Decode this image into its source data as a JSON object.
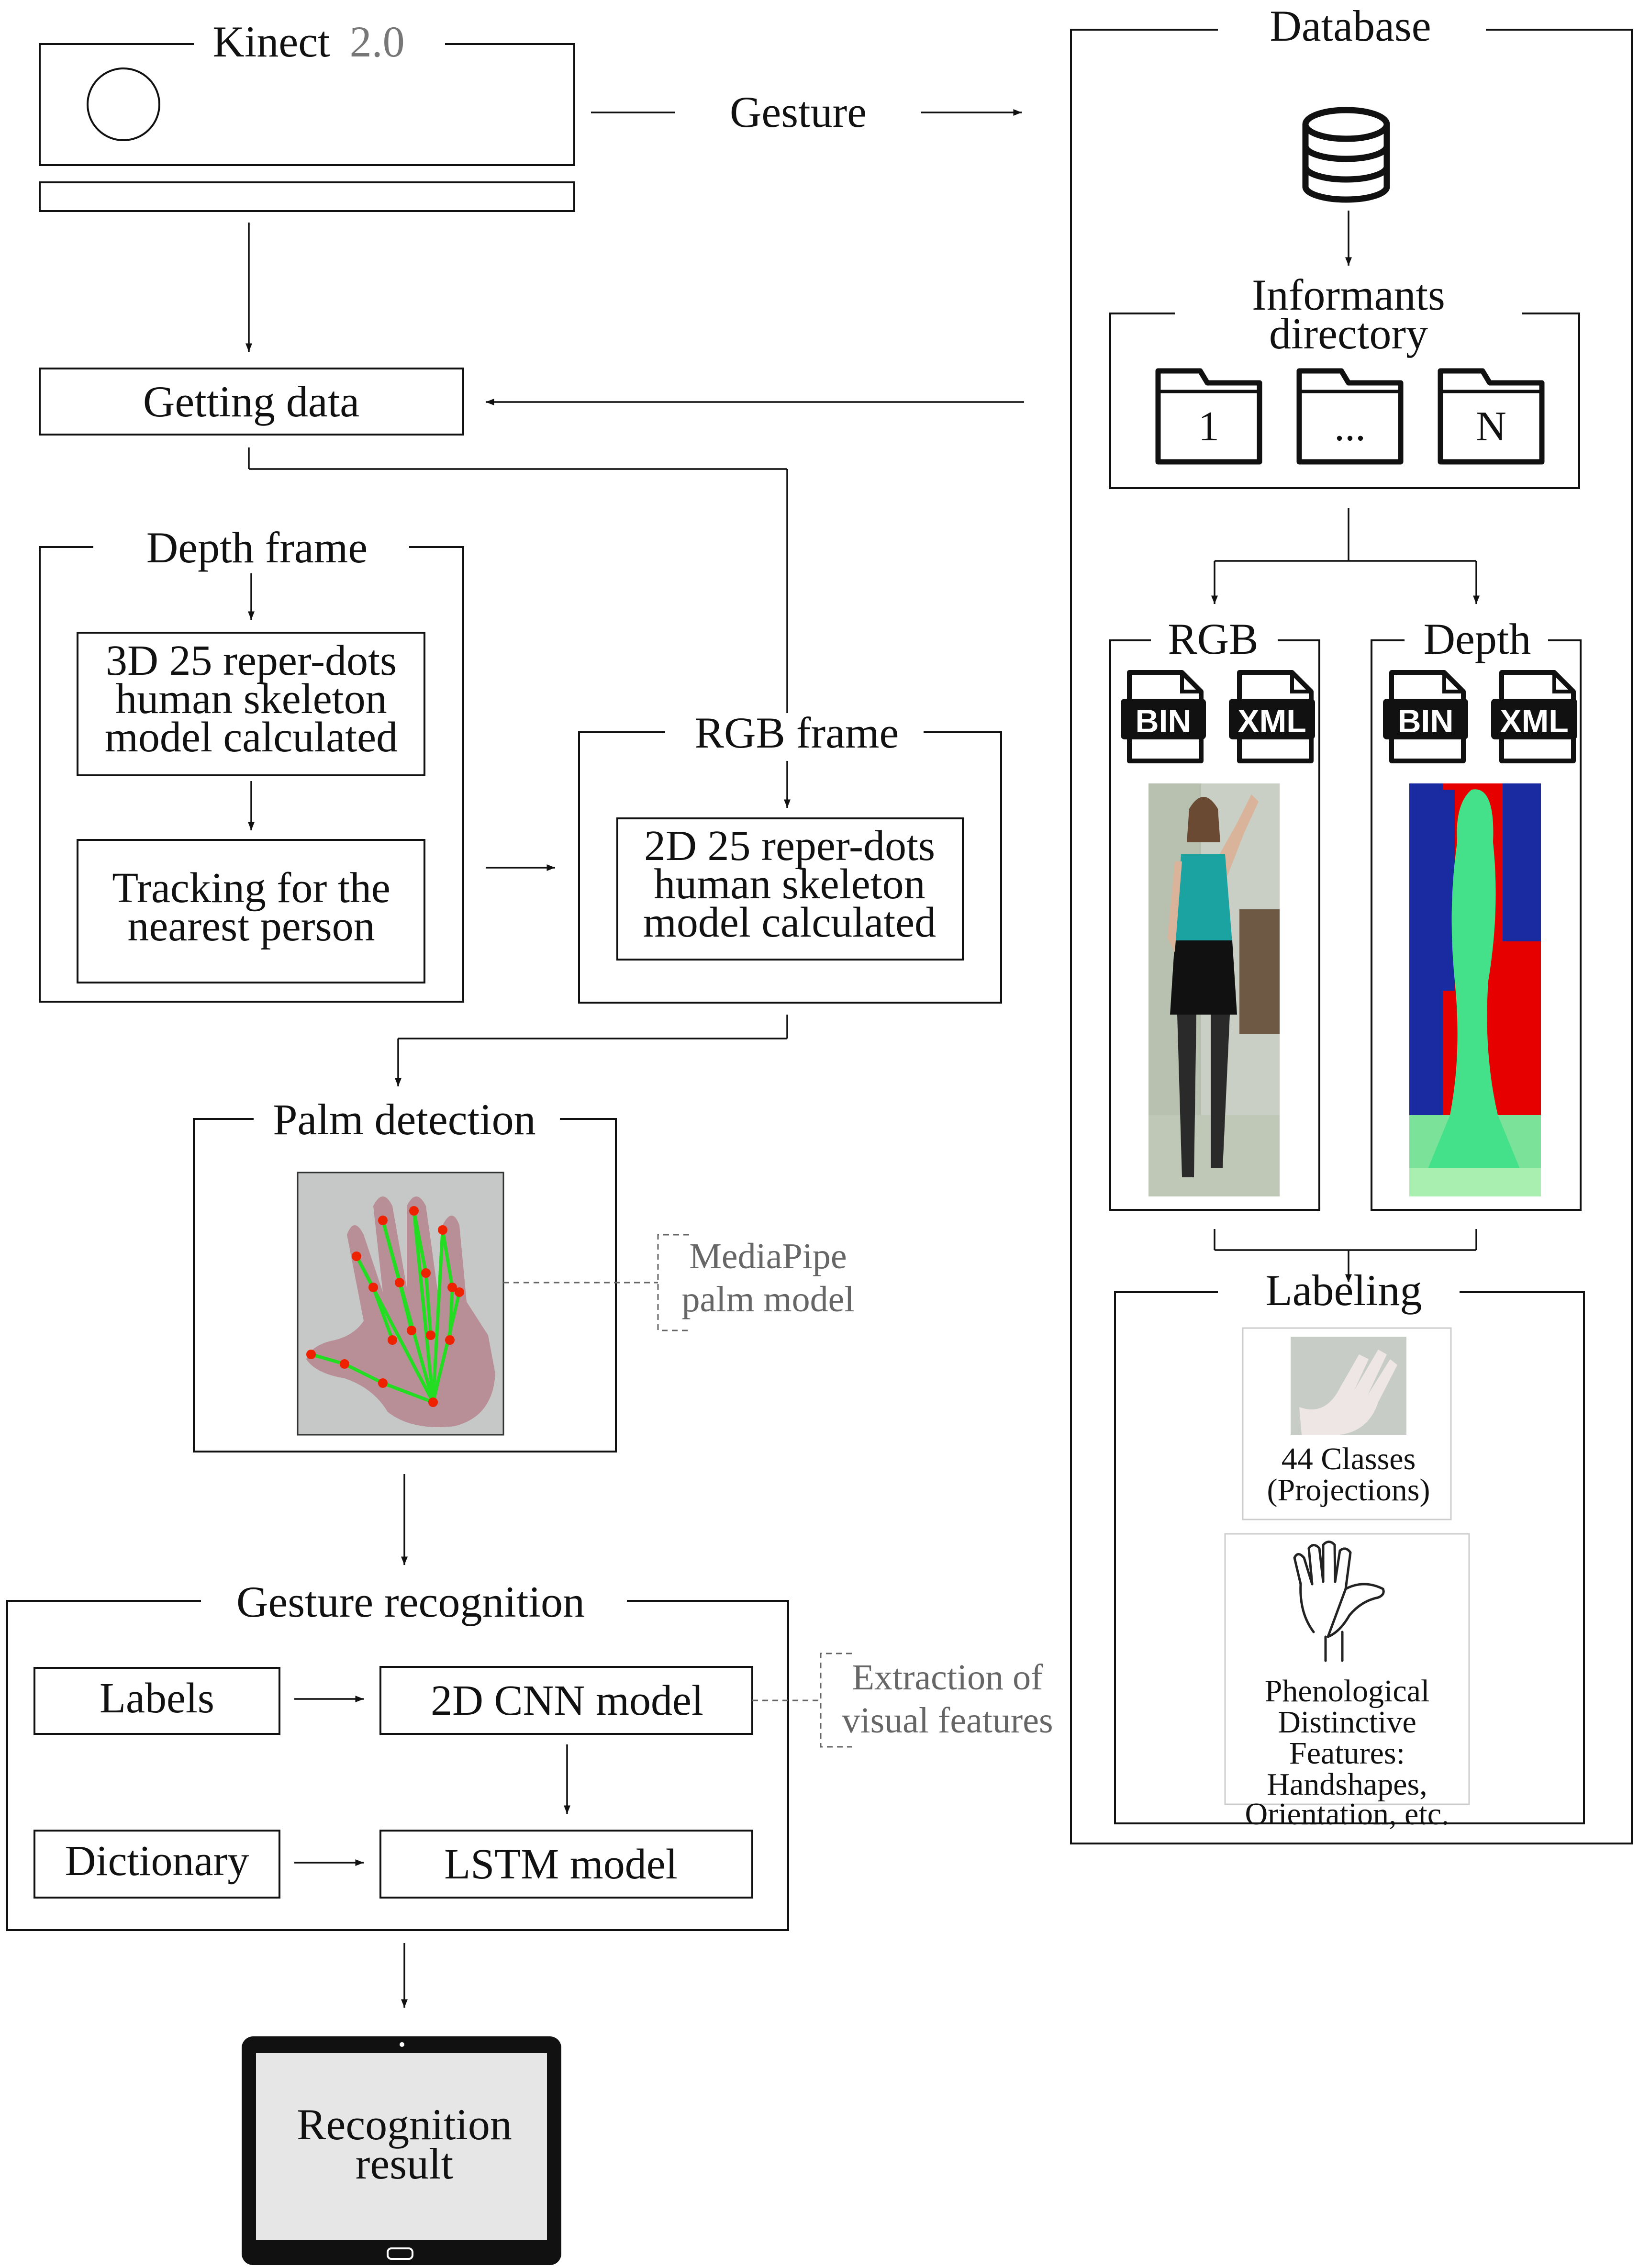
{
  "kinect": {
    "title": "Kinect",
    "version": "2.0"
  },
  "gesture_label": "Gesture",
  "database": {
    "title": "Database",
    "informants": {
      "title_line1": "Informants",
      "title_line2": "directory",
      "folders": [
        "1",
        "...",
        "N"
      ]
    },
    "rgb": {
      "title": "RGB",
      "files": [
        "BIN",
        "XML"
      ]
    },
    "depth": {
      "title": "Depth",
      "files": [
        "BIN",
        "XML"
      ]
    },
    "labeling": {
      "title": "Labeling",
      "classes_line1": "44 Classes",
      "classes_line2": "(Projections)",
      "features_lines": [
        "Phenological",
        "Distinctive",
        "Features:",
        "Handshapes,",
        "Orientation, etc."
      ]
    }
  },
  "getting_data": "Getting data",
  "depth_frame": {
    "title": "Depth frame",
    "skeleton3d_lines": [
      "3D 25 reper-dots",
      "human skeleton",
      "model calculated"
    ],
    "tracking_lines": [
      "Tracking for the",
      "nearest person"
    ]
  },
  "rgb_frame": {
    "title": "RGB frame",
    "skeleton2d_lines": [
      "2D 25 reper-dots",
      "human skeleton",
      "model calculated"
    ]
  },
  "palm_detection": {
    "title": "Palm detection",
    "note_line1": "MediaPipe",
    "note_line2": "palm model"
  },
  "gesture_recognition": {
    "title": "Gesture recognition",
    "labels": "Labels",
    "cnn": "2D CNN model",
    "dictionary": "Dictionary",
    "lstm": "LSTM model",
    "note_line1": "Extraction of",
    "note_line2": "visual features"
  },
  "result": {
    "line1": "Recognition",
    "line2": "result"
  },
  "colors": {
    "line": "#111111",
    "note_gray": "#666666",
    "landmark_line": "#22dd22",
    "landmark_dot": "#ee2200",
    "depth_red": "#e60000",
    "depth_blue": "#1a2aa0",
    "depth_green": "#44e08a",
    "shirt_teal": "#1aa3a0",
    "tablet_screen": "#e6e6e6"
  }
}
